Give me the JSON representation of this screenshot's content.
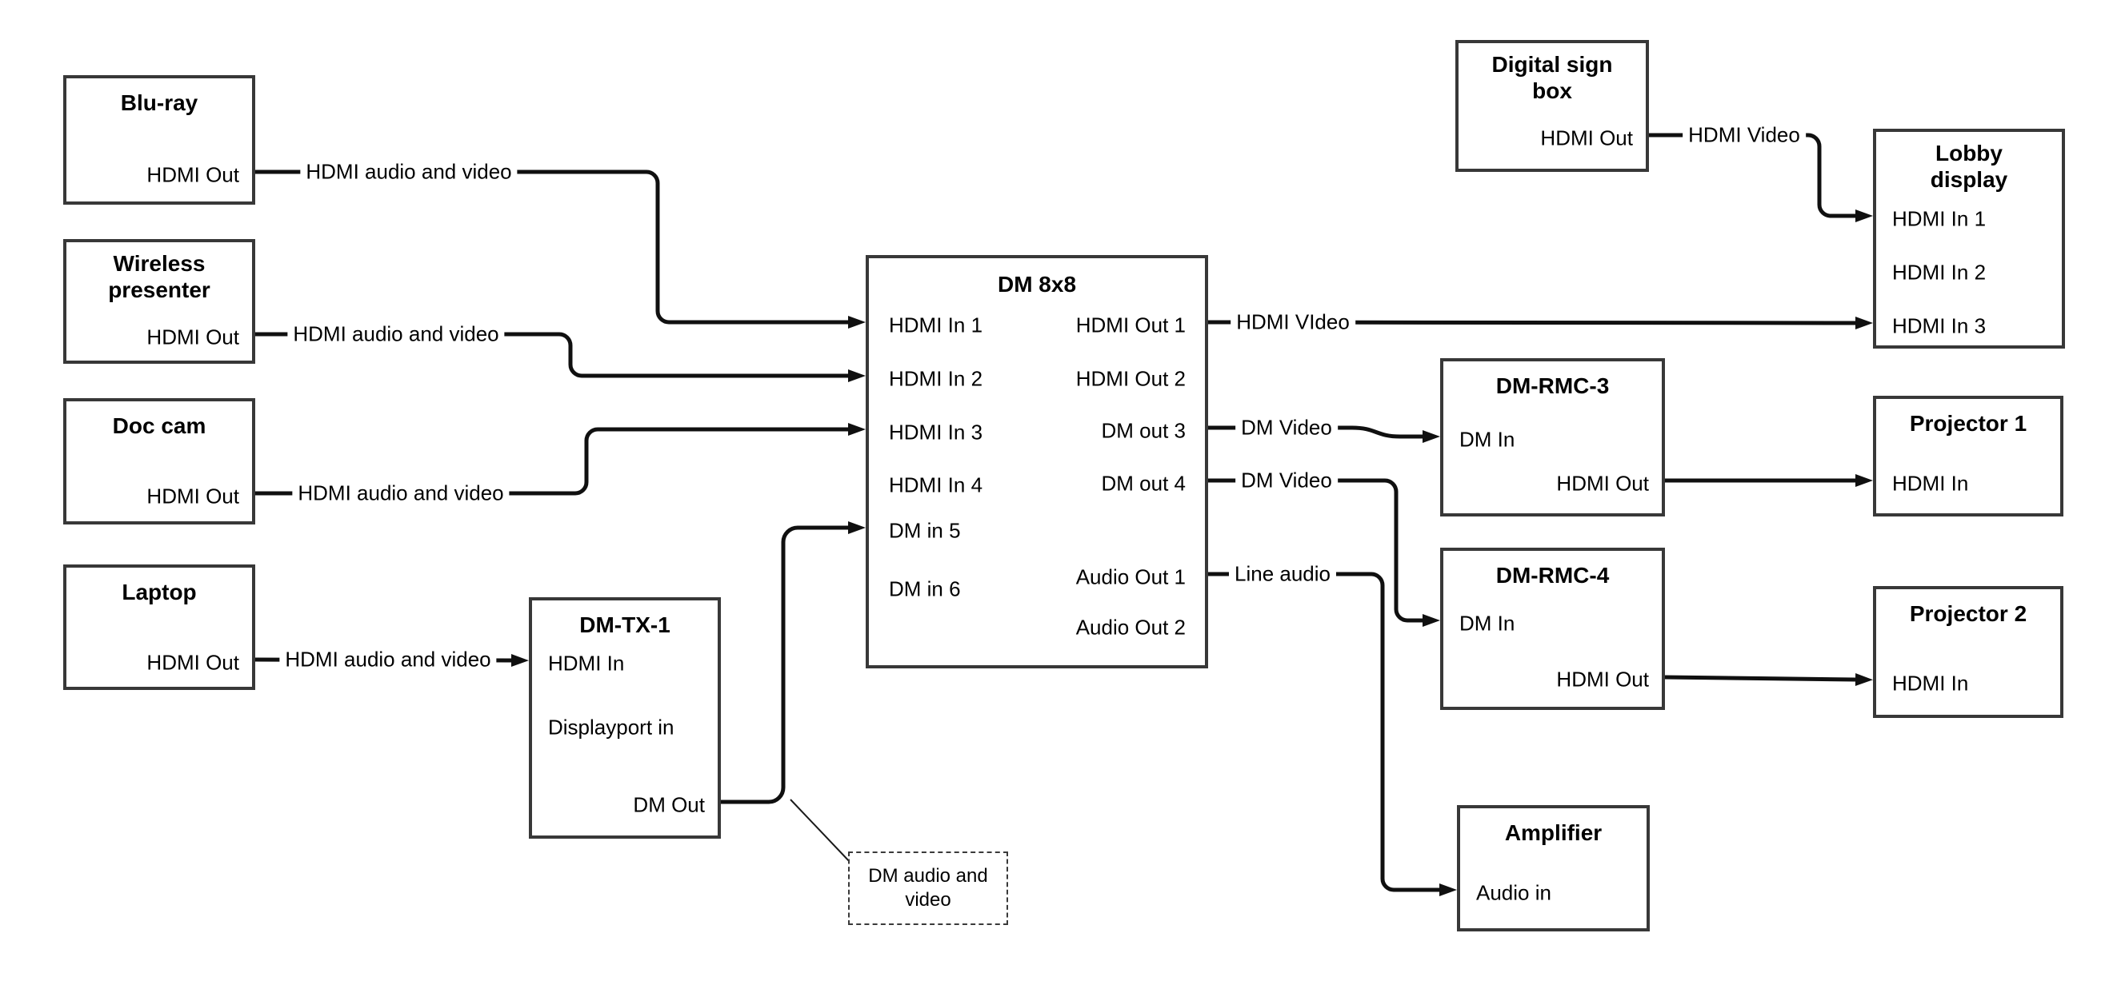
{
  "colors": {
    "background": "#ffffff",
    "box_border": "#383838",
    "cable": "#101010",
    "text": "#000000"
  },
  "nodes": {
    "bluray": {
      "title": "Blu-ray",
      "ports": {
        "hdmi_out": "HDMI Out"
      }
    },
    "wireless_presenter": {
      "title": "Wireless presenter",
      "ports": {
        "hdmi_out": "HDMI Out"
      }
    },
    "doc_cam": {
      "title": "Doc cam",
      "ports": {
        "hdmi_out": "HDMI Out"
      }
    },
    "laptop": {
      "title": "Laptop",
      "ports": {
        "hdmi_out": "HDMI Out"
      }
    },
    "dm_tx_1": {
      "title": "DM-TX-1",
      "ports": {
        "hdmi_in": "HDMI In",
        "displayport_in": "Displayport in",
        "dm_out": "DM Out"
      }
    },
    "dm_8x8": {
      "title": "DM 8x8",
      "ports": {
        "hdmi_in_1": "HDMI In 1",
        "hdmi_in_2": "HDMI In 2",
        "hdmi_in_3": "HDMI In 3",
        "hdmi_in_4": "HDMI In 4",
        "dm_in_5": "DM in 5",
        "dm_in_6": "DM in 6",
        "hdmi_out_1": "HDMI Out 1",
        "hdmi_out_2": "HDMI Out 2",
        "dm_out_3": "DM out 3",
        "dm_out_4": "DM out 4",
        "audio_out_1": "Audio Out 1",
        "audio_out_2": "Audio Out 2"
      }
    },
    "digital_sign_box": {
      "title": "Digital sign box",
      "ports": {
        "hdmi_out": "HDMI Out"
      }
    },
    "lobby_display": {
      "title": "Lobby display",
      "ports": {
        "hdmi_in_1": "HDMI In 1",
        "hdmi_in_2": "HDMI In 2",
        "hdmi_in_3": "HDMI In 3"
      }
    },
    "dm_rmc_3": {
      "title": "DM-RMC-3",
      "ports": {
        "dm_in": "DM In",
        "hdmi_out": "HDMI Out"
      }
    },
    "projector_1": {
      "title": "Projector 1",
      "ports": {
        "hdmi_in": "HDMI In"
      }
    },
    "dm_rmc_4": {
      "title": "DM-RMC-4",
      "ports": {
        "dm_in": "DM In",
        "hdmi_out": "HDMI Out"
      }
    },
    "projector_2": {
      "title": "Projector 2",
      "ports": {
        "hdmi_in": "HDMI In"
      }
    },
    "amplifier": {
      "title": "Amplifier",
      "ports": {
        "audio_in": "Audio in"
      }
    }
  },
  "edges": [
    {
      "from": "Blu-ray / HDMI Out",
      "to": "DM 8x8 / HDMI In 1",
      "label": "HDMI audio and video"
    },
    {
      "from": "Wireless presenter / HDMI Out",
      "to": "DM 8x8 / HDMI In 2",
      "label": "HDMI audio and video"
    },
    {
      "from": "Doc cam / HDMI Out",
      "to": "DM 8x8 / HDMI In 3",
      "label": "HDMI audio and video"
    },
    {
      "from": "Laptop / HDMI Out",
      "to": "DM-TX-1 / HDMI In",
      "label": "HDMI audio and video"
    },
    {
      "from": "DM-TX-1 / DM Out",
      "to": "DM 8x8 / DM in 5",
      "label": ""
    },
    {
      "from": "DM 8x8 / HDMI Out 1",
      "to": "Lobby display / HDMI In 3",
      "label": "HDMI VIdeo"
    },
    {
      "from": "DM 8x8 / DM out 3",
      "to": "DM-RMC-3 / DM In",
      "label": "DM Video"
    },
    {
      "from": "DM 8x8 / DM out 4",
      "to": "DM-RMC-4 / DM In",
      "label": "DM Video"
    },
    {
      "from": "DM 8x8 / Audio Out 1",
      "to": "Amplifier / Audio in",
      "label": "Line audio"
    },
    {
      "from": "Digital sign box / HDMI Out",
      "to": "Lobby display / HDMI In 1",
      "label": "HDMI Video"
    },
    {
      "from": "DM-RMC-3 / HDMI Out",
      "to": "Projector 1 / HDMI In",
      "label": ""
    },
    {
      "from": "DM-RMC-4 / HDMI Out",
      "to": "Projector 2 / HDMI In",
      "label": ""
    }
  ],
  "annotation": {
    "text": "DM audio and video"
  }
}
